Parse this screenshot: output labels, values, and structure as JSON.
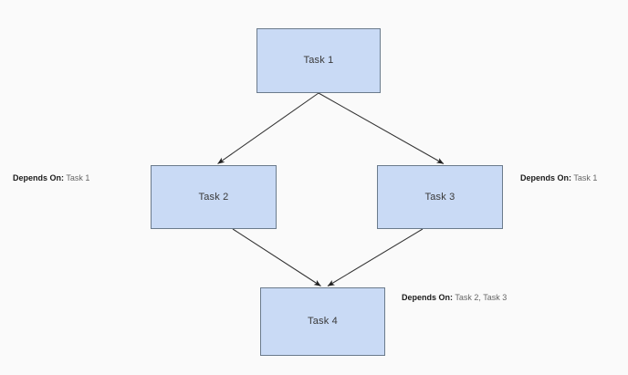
{
  "diagram": {
    "type": "task-dependency-graph",
    "background_color": "#fafafa",
    "node_fill_color": "#c9daf5",
    "node_border_color": "#6b7b8c",
    "node_text_color": "#3a3a3a",
    "edge_color": "#333333",
    "nodes": [
      {
        "id": "task-1",
        "label": "Task 1"
      },
      {
        "id": "task-2",
        "label": "Task 2"
      },
      {
        "id": "task-3",
        "label": "Task 3"
      },
      {
        "id": "task-4",
        "label": "Task 4"
      }
    ],
    "edges": [
      {
        "from": "task-1",
        "to": "task-2"
      },
      {
        "from": "task-1",
        "to": "task-3"
      },
      {
        "from": "task-2",
        "to": "task-4"
      },
      {
        "from": "task-3",
        "to": "task-4"
      }
    ],
    "annotations": [
      {
        "id": "annotation-task-2",
        "key": "Depends On:",
        "value": "Task 1"
      },
      {
        "id": "annotation-task-3",
        "key": "Depends On:",
        "value": "Task 1"
      },
      {
        "id": "annotation-task-4",
        "key": "Depends On:",
        "value": "Task 2, Task 3"
      }
    ]
  }
}
